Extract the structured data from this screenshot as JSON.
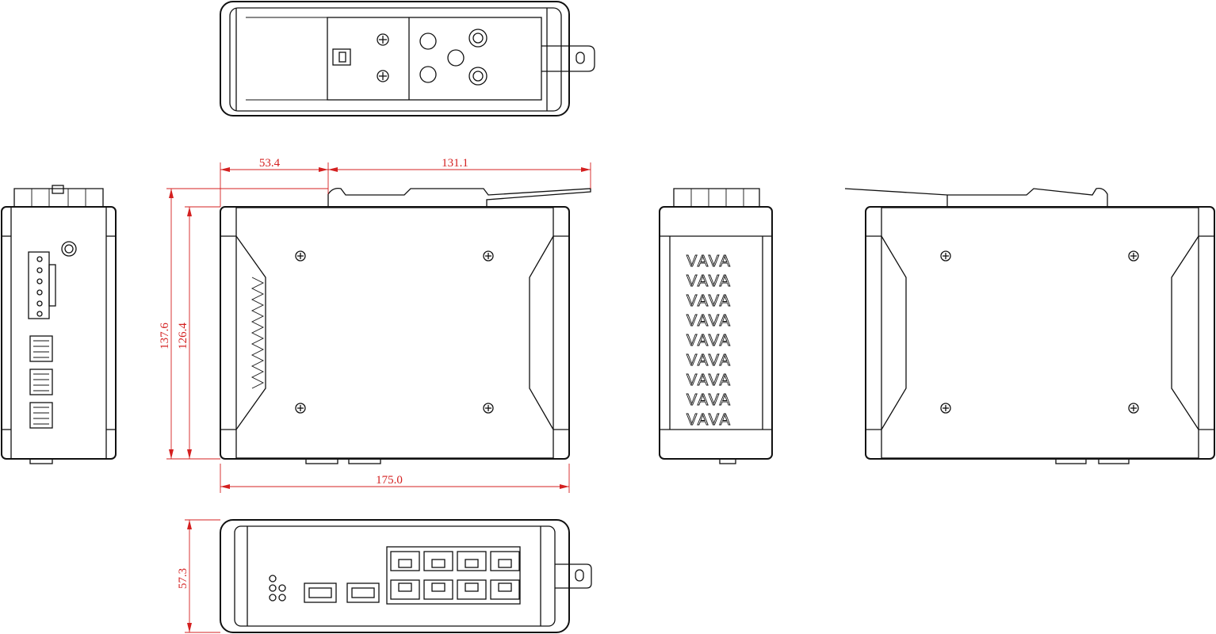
{
  "dimensions": {
    "rail_offset": "53.4",
    "rail_length": "131.1",
    "total_height": "137.6",
    "body_height": "126.4",
    "total_width": "175.0",
    "depth": "57.3"
  },
  "vent_pattern": "VAVA",
  "colors": {
    "line": "#111111",
    "dimension": "#d42020",
    "background": "#ffffff"
  }
}
